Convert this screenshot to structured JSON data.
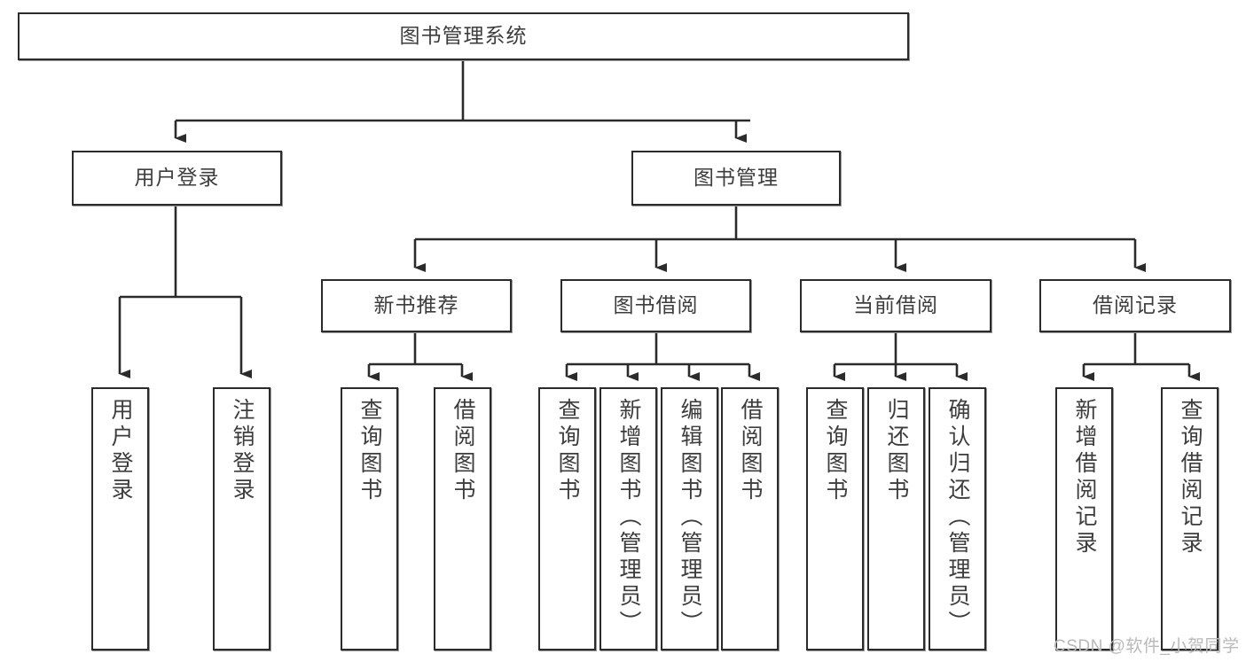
{
  "diagram": {
    "title": "图书管理系统",
    "root": {
      "label": "图书管理系统"
    },
    "level2": [
      {
        "label": "用户登录"
      },
      {
        "label": "图书管理"
      }
    ],
    "level3": [
      {
        "label": "新书推荐"
      },
      {
        "label": "图书借阅"
      },
      {
        "label": "当前借阅"
      },
      {
        "label": "借阅记录"
      }
    ],
    "leaves": {
      "user_login": [
        {
          "label": "用户登录"
        },
        {
          "label": "注销登录"
        }
      ],
      "new_book_recommend": [
        {
          "label": "查询图书"
        },
        {
          "label": "借阅图书"
        }
      ],
      "book_borrow": [
        {
          "label": "查询图书"
        },
        {
          "label": "新增图书（管理员）"
        },
        {
          "label": "编辑图书（管理员）"
        },
        {
          "label": "借阅图书"
        }
      ],
      "current_borrow": [
        {
          "label": "查询图书"
        },
        {
          "label": "归还图书"
        },
        {
          "label": "确认归还（管理员）"
        }
      ],
      "borrow_records": [
        {
          "label": "新增借阅记录"
        },
        {
          "label": "查询借阅记录"
        }
      ]
    }
  },
  "watermark": {
    "text": "CSDN @软件_小贺同学"
  },
  "colors": {
    "box_border": "#2b2b2b",
    "box_fill": "#ffffff",
    "text": "#3d3d3d",
    "edge": "#2b2b2b",
    "watermark": "#b9b9b9"
  }
}
